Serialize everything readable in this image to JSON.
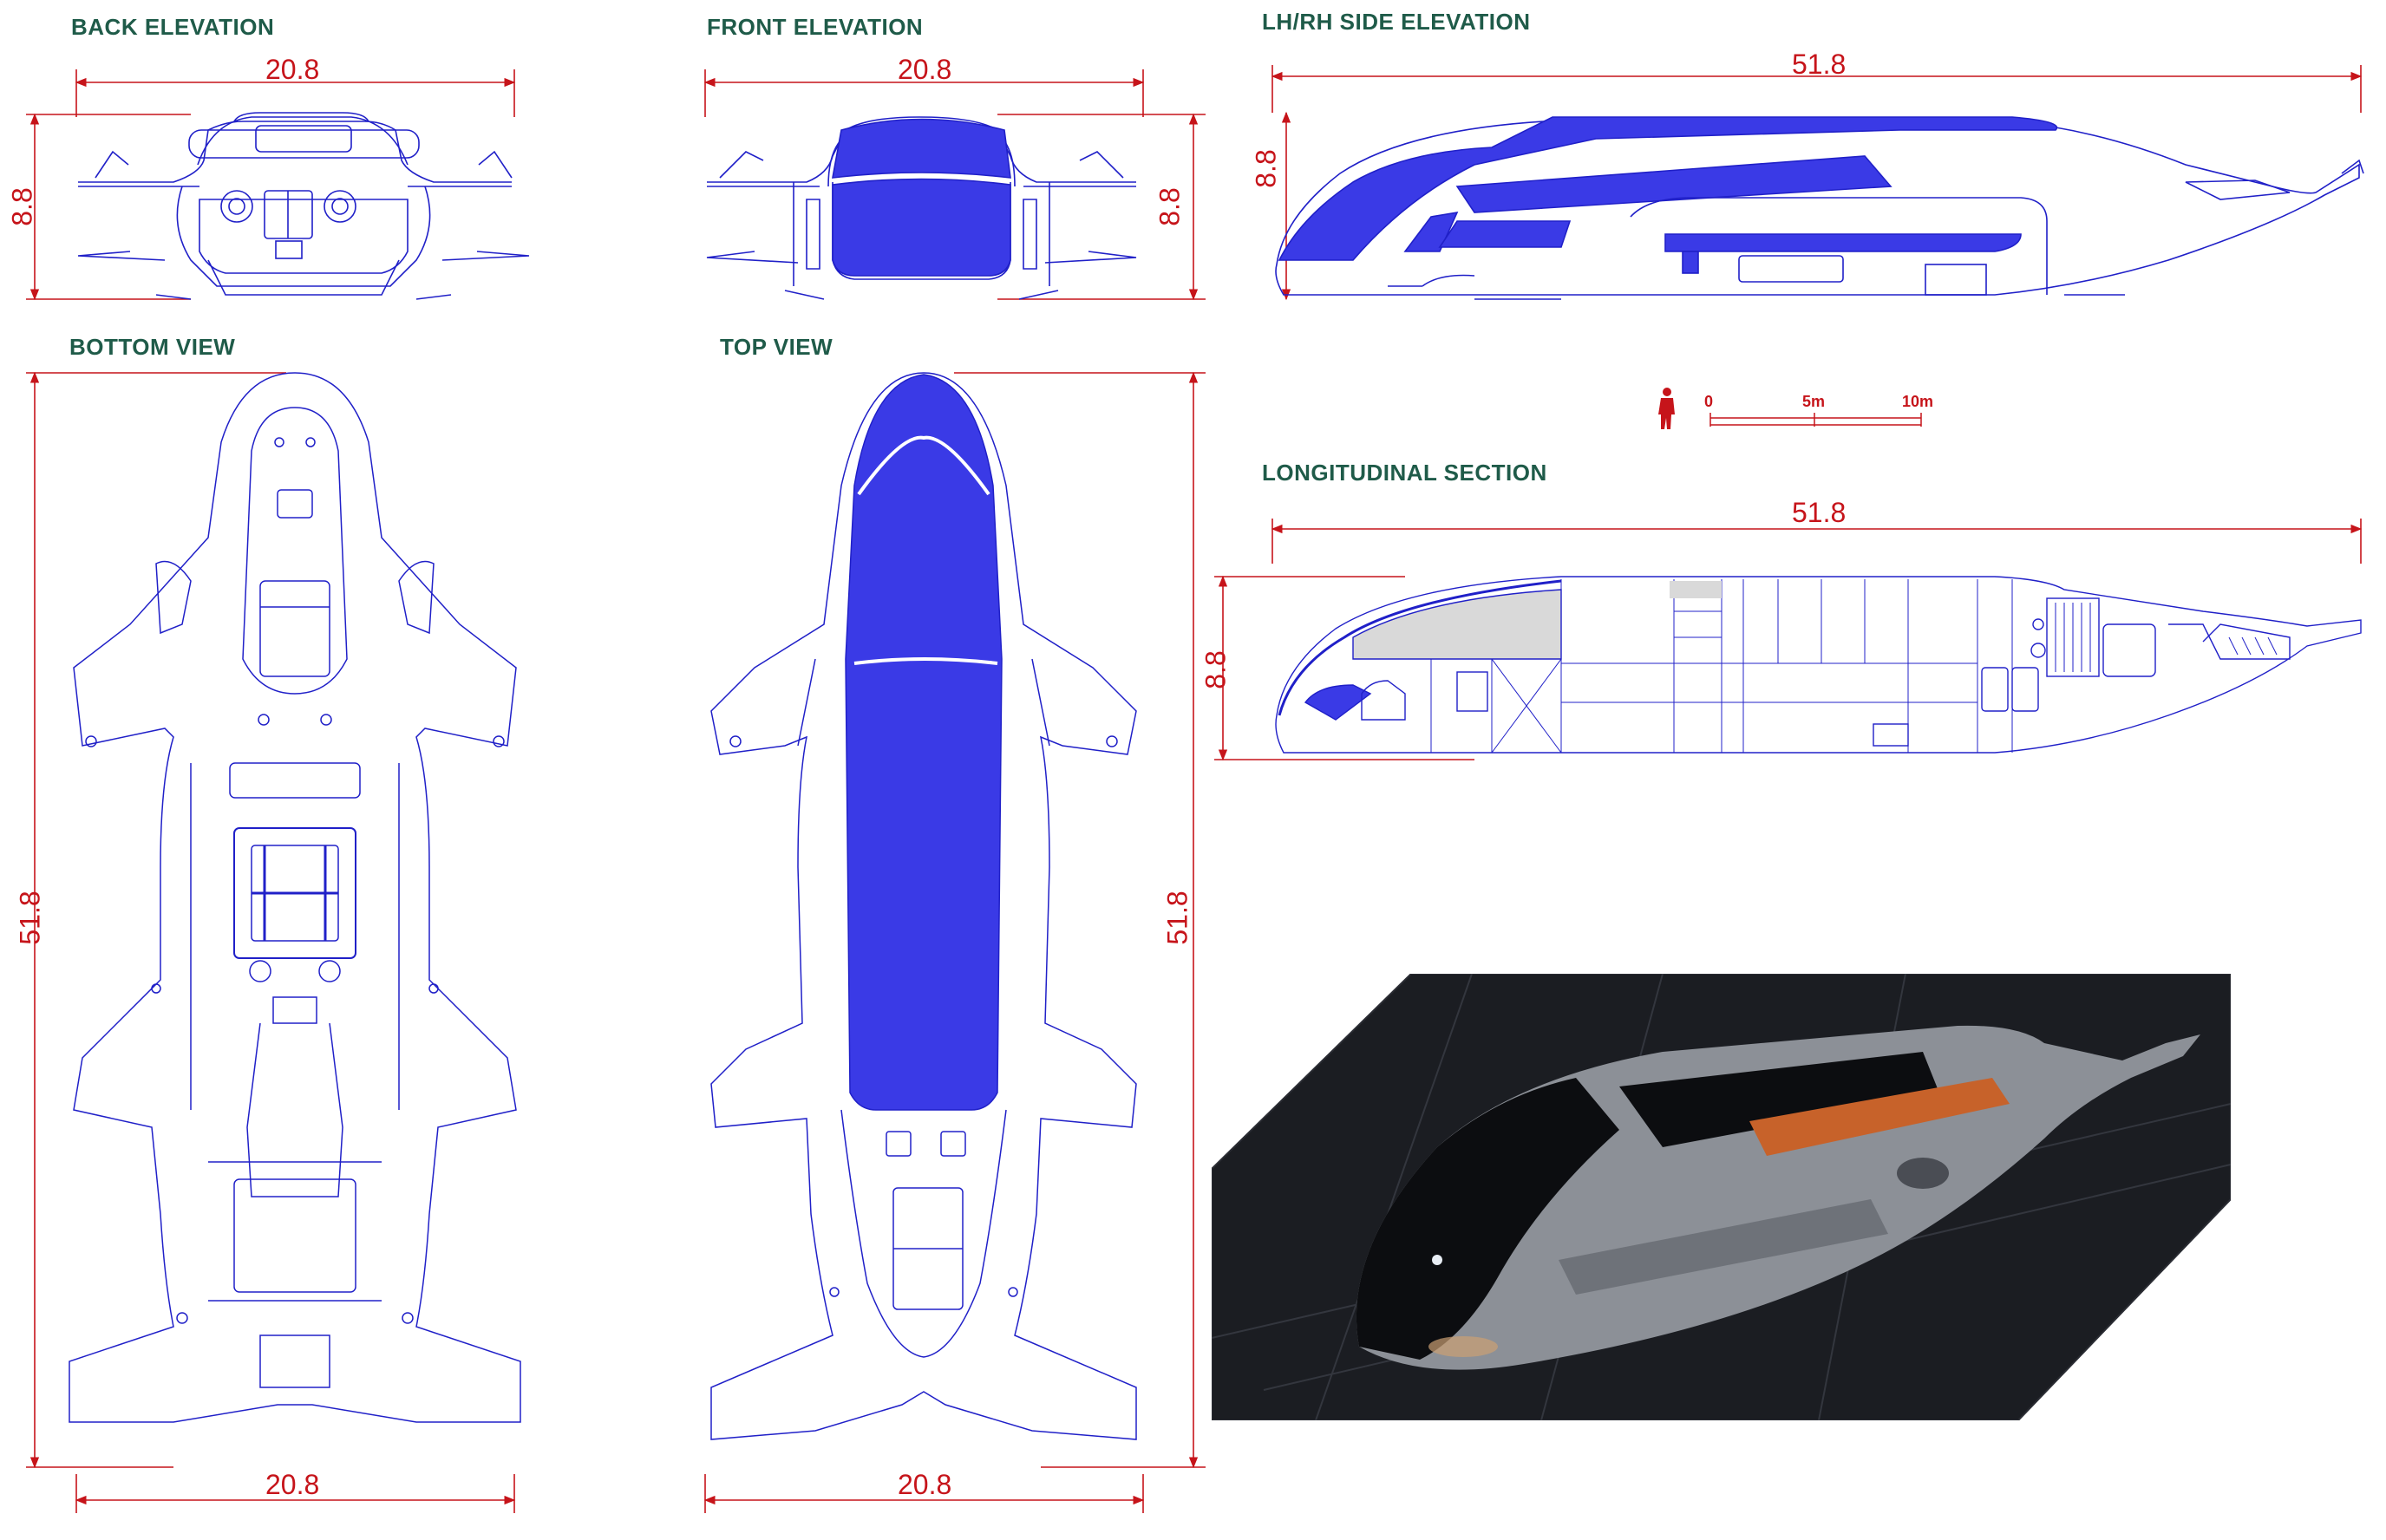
{
  "views": {
    "back_elevation": {
      "title": "BACK ELEVATION",
      "width": "20.8",
      "height": "8.8"
    },
    "front_elevation": {
      "title": "FRONT ELEVATION",
      "width": "20.8",
      "height": "8.8"
    },
    "side_elevation": {
      "title": "LH/RH SIDE ELEVATION",
      "length": "51.8",
      "height": "8.8"
    },
    "bottom_view": {
      "title": "BOTTOM VIEW",
      "width": "20.8",
      "length": "51.8"
    },
    "top_view": {
      "title": "TOP VIEW",
      "width": "20.8",
      "length": "51.8"
    },
    "longitudinal_section": {
      "title": "LONGITUDINAL SECTION",
      "length": "51.8",
      "height": "8.8"
    }
  },
  "scale_bar": {
    "labels": [
      "0",
      "5m",
      "10m"
    ]
  },
  "colors": {
    "title": "#1f5b49",
    "dimension": "#c6141a",
    "line": "#2020c8",
    "fill": "#3a3ae6",
    "render_bg": "#1b1d22"
  }
}
